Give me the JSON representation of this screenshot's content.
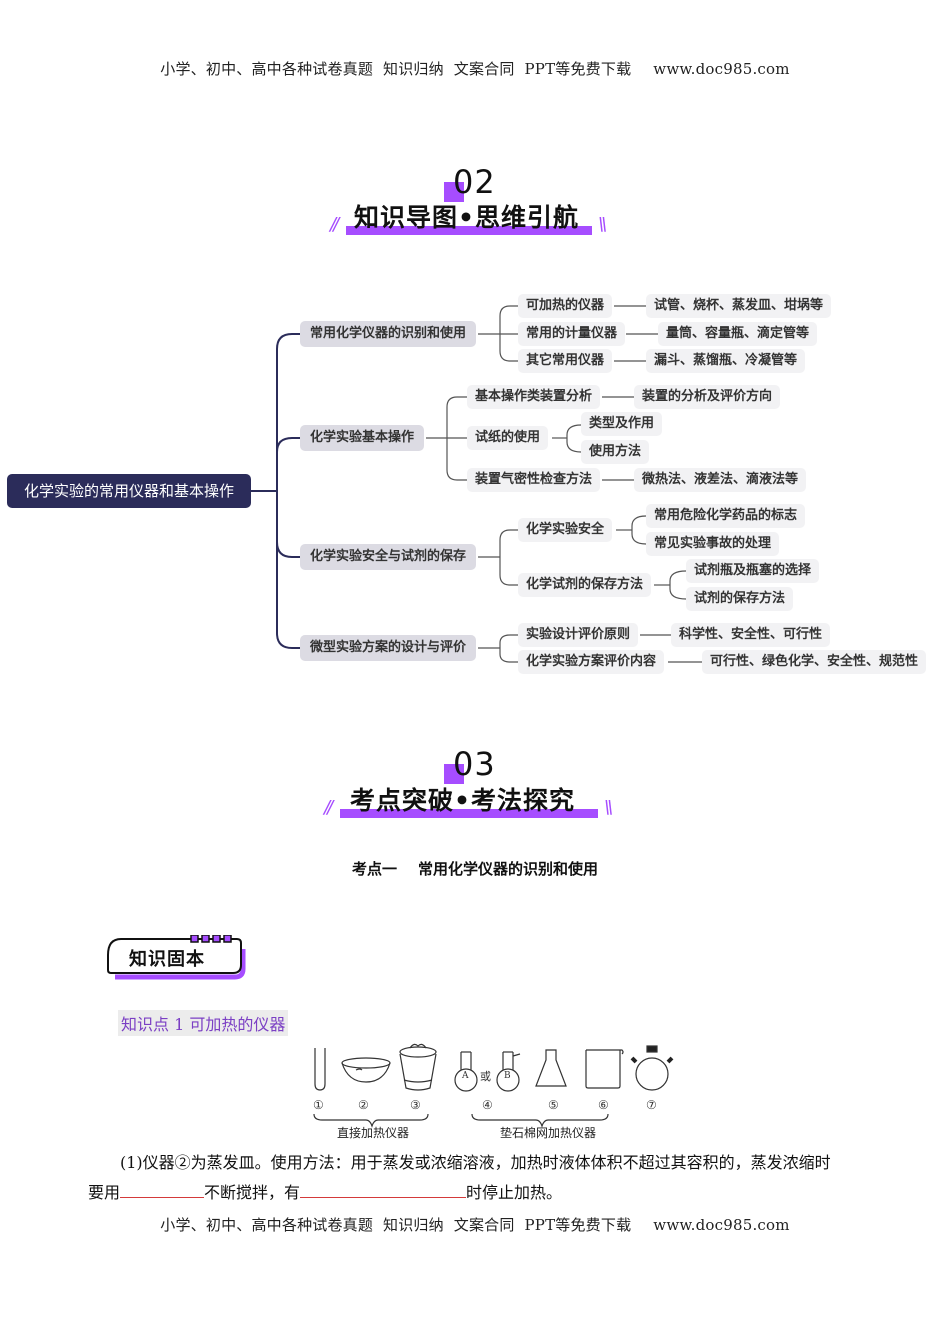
{
  "header": {
    "text": "小学、初中、高中各种试卷真题  知识归纳  文案合同  PPT等免费下载",
    "url": "www.doc985.com"
  },
  "section02": {
    "number": "02",
    "title": "知识导图•思维引航"
  },
  "mindmap": {
    "root": "化学实验的常用仪器和基本操作",
    "branches": [
      {
        "label": "常用化学仪器的识别和使用",
        "children": [
          {
            "label": "可加热的仪器",
            "leaf": "试管、烧杯、蒸发皿、坩埚等"
          },
          {
            "label": "常用的计量仪器",
            "leaf": "量筒、容量瓶、滴定管等"
          },
          {
            "label": "其它常用仪器",
            "leaf": "漏斗、蒸馏瓶、冷凝管等"
          }
        ]
      },
      {
        "label": "化学实验基本操作",
        "children": [
          {
            "label": "基本操作类装置分析",
            "leaf": "装置的分析及评价方向"
          },
          {
            "label": "试纸的使用",
            "subs": [
              "类型及作用",
              "使用方法"
            ]
          },
          {
            "label": "装置气密性检查方法",
            "leaf": "微热法、液差法、滴液法等"
          }
        ]
      },
      {
        "label": "化学实验安全与试剂的保存",
        "children": [
          {
            "label": "化学实验安全",
            "subs": [
              "常用危险化学药品的标志",
              "常见实验事故的处理"
            ]
          },
          {
            "label": "化学试剂的保存方法",
            "subs": [
              "试剂瓶及瓶塞的选择",
              "试剂的保存方法"
            ]
          }
        ]
      },
      {
        "label": "微型实验方案的设计与评价",
        "children": [
          {
            "label": "实验设计评价原则",
            "leaf": "科学性、安全性、可行性"
          },
          {
            "label": "化学实验方案评价内容",
            "leaf": "可行性、绿色化学、安全性、规范性"
          }
        ]
      }
    ]
  },
  "section03": {
    "number": "03",
    "title": "考点突破•考法探究"
  },
  "kaodian": {
    "label": "考点一",
    "title": "常用化学仪器的识别和使用"
  },
  "badge": {
    "label": "知识固本"
  },
  "knowledge_point": {
    "label": "知识点 1  可加热的仪器"
  },
  "apparatus": {
    "numbers": [
      "①",
      "②",
      "③",
      "④",
      "⑤",
      "⑥",
      "⑦"
    ],
    "flask_labels": [
      "A",
      "B"
    ],
    "or_label": "或",
    "group_direct": "直接加热仪器",
    "group_gauze": "垫石棉网加热仪器"
  },
  "paragraph": {
    "line1": "(1)仪器②为蒸发皿。使用方法：用于蒸发或浓缩溶液，加热时液体体积不超过其容积的，蒸发浓缩时",
    "line2_a": "要用",
    "line2_b": "不断搅拌，有",
    "line2_c": "时停止加热。"
  },
  "footer": {
    "text": "小学、初中、高中各种试卷真题  知识归纳  文案合同  PPT等免费下载",
    "url": "www.doc985.com"
  },
  "colors": {
    "accent_purple": "#a64dff",
    "root_navy": "#2b2c5a",
    "node_l1_bg": "#dcdbe3",
    "node_bg": "#f2f2f4",
    "blank_red": "#d43a3a"
  }
}
